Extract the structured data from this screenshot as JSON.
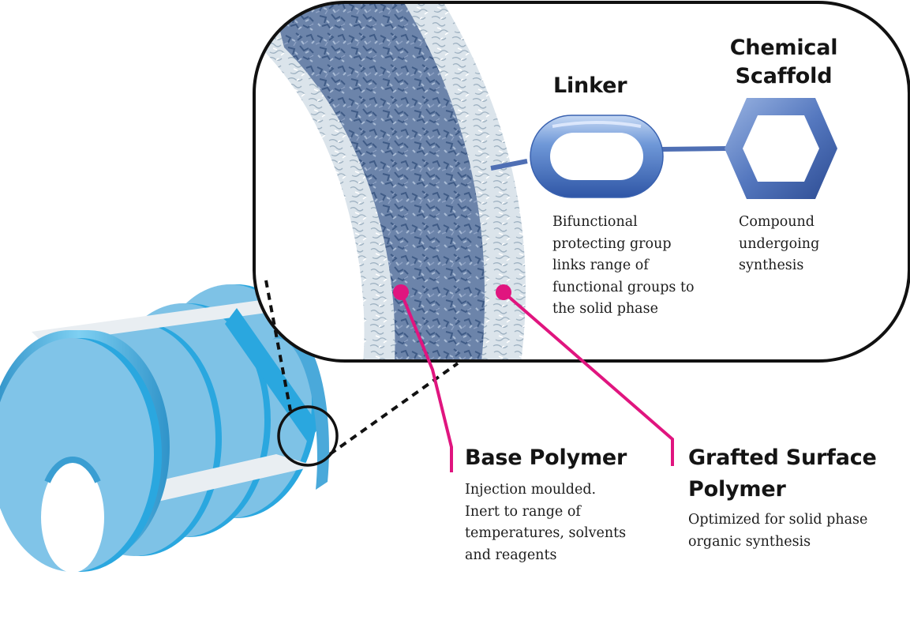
{
  "colors": {
    "leader": "#e0157f",
    "callout_outline": "#111111",
    "base_polymer": "#6d85ab",
    "surface_polymer": "#d6e0e8",
    "linker": "#5c82c6",
    "scaffold": "#4f70b8",
    "crown_face": "#7ec2e6",
    "crown_dark": "#1fa6de"
  },
  "icons": [
    "crown-support-device",
    "magnifier-circle",
    "linker-ring",
    "hexagon-scaffold"
  ],
  "labels": {
    "linker": {
      "title": "Linker",
      "description": "Bifunctional\nprotecting group\nlinks range of\nfunctional groups to\nthe solid phase"
    },
    "scaffold": {
      "title": "Chemical\nScaffold",
      "description": "Compound\nundergoing\nsynthesis"
    },
    "base_polymer": {
      "title": "Base Polymer",
      "description": "Injection moulded.\nInert to range of\ntemperatures, solvents\nand reagents"
    },
    "grafted": {
      "title": "Grafted Surface\nPolymer",
      "description": "Optimized for solid phase\norganic synthesis"
    }
  }
}
